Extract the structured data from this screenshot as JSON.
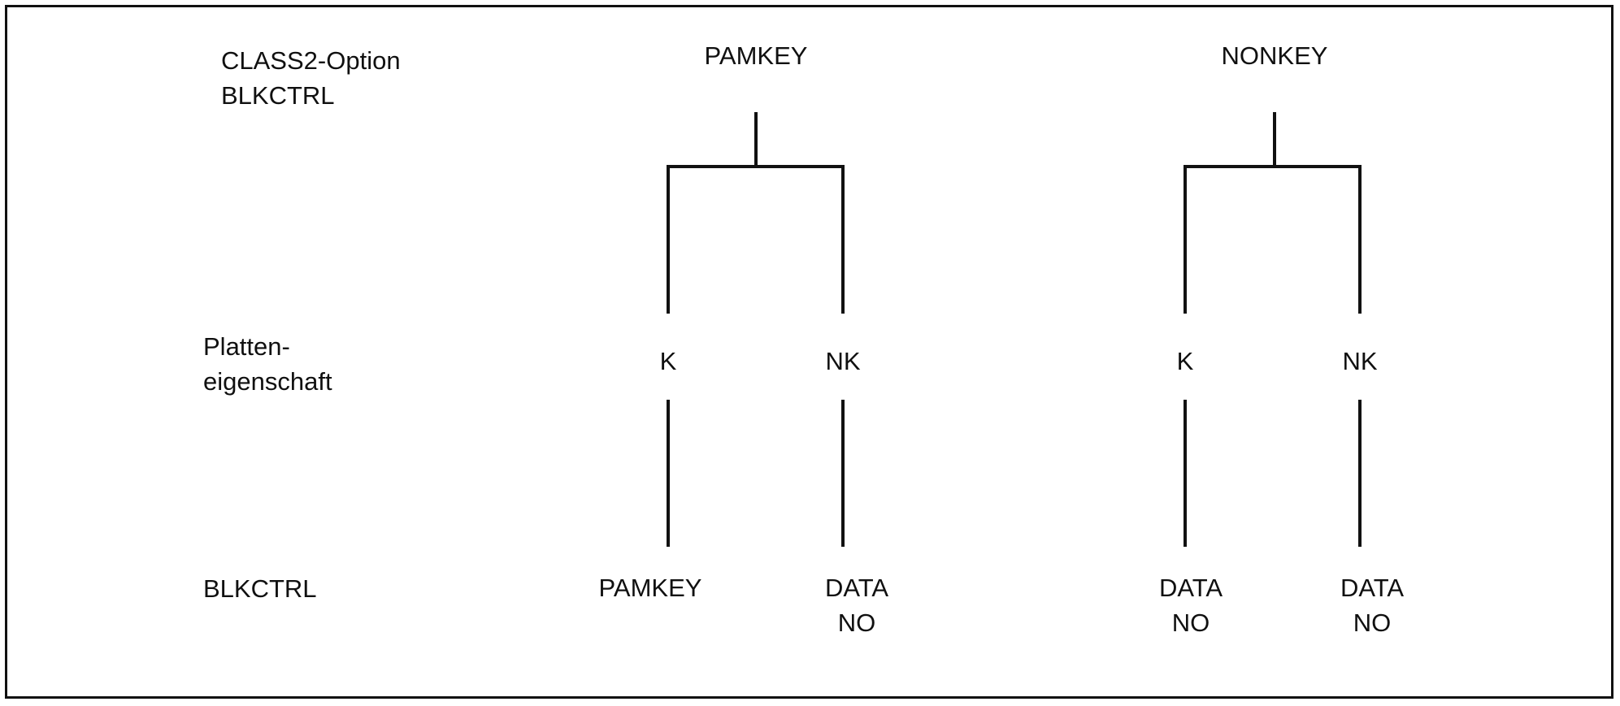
{
  "figure": {
    "background": "#ffffff",
    "line_color": "#111111",
    "text_color": "#101010"
  },
  "row_labels": {
    "top_line1": "CLASS2-Option",
    "top_line2": "BLKCTRL",
    "middle_line1": "Platten-",
    "middle_line2": "eigenschaft",
    "bottom": "BLKCTRL"
  },
  "trees": [
    {
      "root_label": "PAMKEY",
      "branches": [
        {
          "edge_label": "K",
          "leaf_line1": "PAMKEY",
          "leaf_line2": ""
        },
        {
          "edge_label": "NK",
          "leaf_line1": "DATA",
          "leaf_line2": "NO"
        }
      ]
    },
    {
      "root_label": "NONKEY",
      "branches": [
        {
          "edge_label": "K",
          "leaf_line1": "DATA",
          "leaf_line2": "NO"
        },
        {
          "edge_label": "NK",
          "leaf_line1": "DATA",
          "leaf_line2": "NO"
        }
      ]
    }
  ]
}
